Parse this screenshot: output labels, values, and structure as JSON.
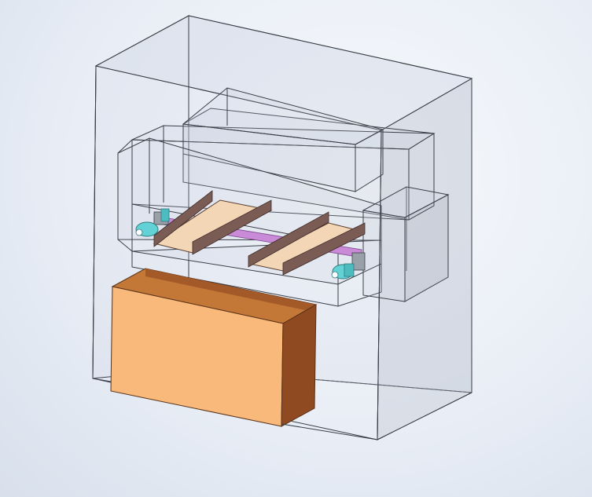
{
  "view": {
    "background_top": "#f7f9fc",
    "background_bottom": "#d8e0ec"
  },
  "model": {
    "colors": {
      "outline": "#3a3f47",
      "bin_front": "#f8b97a",
      "bin_side": "#8f4a22",
      "bin_top_edge": "#7a3c1a",
      "tray": "#f3d6b6",
      "rail": "#7b5c55",
      "rod": "#c98ad8",
      "motor": "#62d2d6",
      "mount": "#9aa0a8"
    },
    "parts": [
      {
        "name": "outer-enclosure",
        "kind": "transparent-box"
      },
      {
        "name": "upper-frame",
        "kind": "transparent-box"
      },
      {
        "name": "top-beam",
        "kind": "transparent-box"
      },
      {
        "name": "left-side-box",
        "kind": "transparent-box"
      },
      {
        "name": "right-side-box",
        "kind": "transparent-box"
      },
      {
        "name": "collection-bin",
        "kind": "solid-box"
      },
      {
        "name": "left-tray",
        "kind": "plate"
      },
      {
        "name": "right-tray",
        "kind": "plate"
      },
      {
        "name": "drive-rod",
        "kind": "shaft"
      },
      {
        "name": "left-motor",
        "kind": "motor"
      },
      {
        "name": "right-motor",
        "kind": "motor"
      }
    ]
  }
}
